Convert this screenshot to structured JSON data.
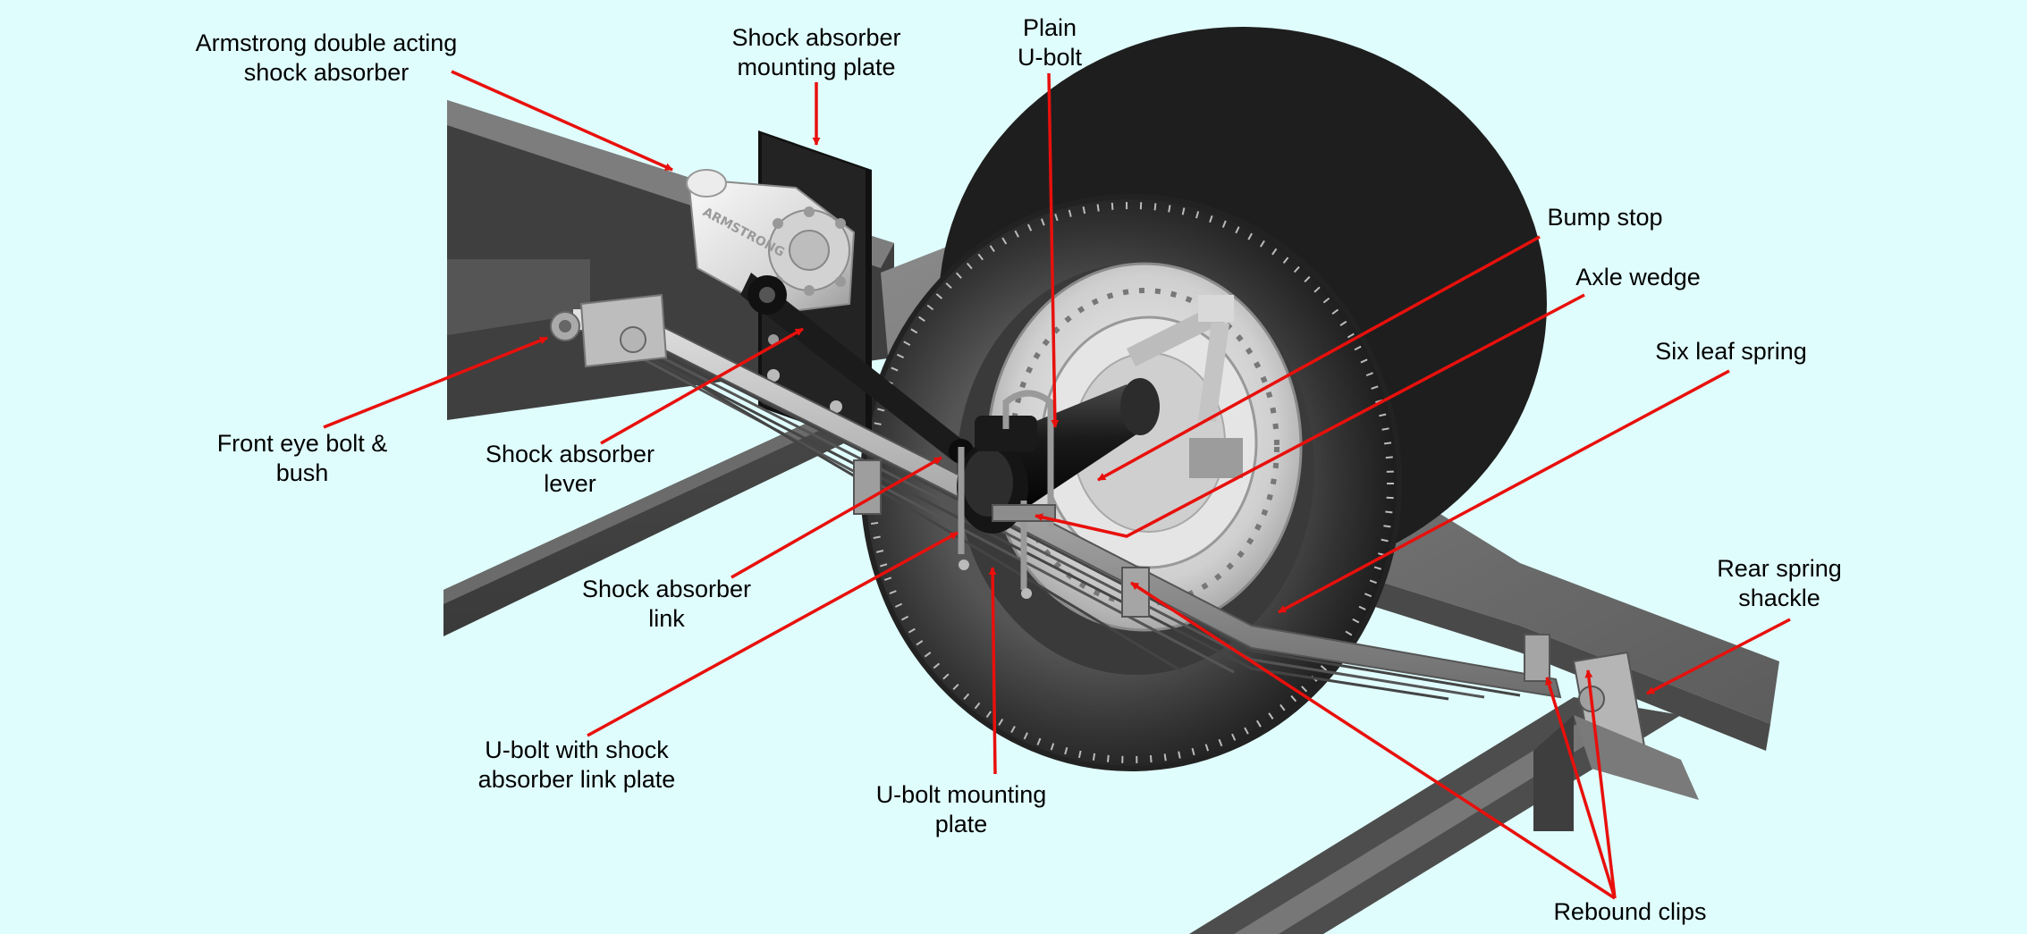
{
  "labels": {
    "armstrong": {
      "line1": "Armstrong double acting",
      "line2": "shock absorber"
    },
    "mounting_plate": {
      "line1": "Shock absorber",
      "line2": "mounting plate"
    },
    "plain_ubolt": {
      "line1": "Plain",
      "line2": "U-bolt"
    },
    "bump_stop": {
      "line1": "Bump stop"
    },
    "axle_wedge": {
      "line1": "Axle wedge"
    },
    "six_leaf": {
      "line1": "Six leaf spring"
    },
    "front_eye": {
      "line1": "Front eye bolt &",
      "line2": "bush"
    },
    "shock_lever": {
      "line1": "Shock absorber",
      "line2": "lever"
    },
    "shock_link": {
      "line1": "Shock absorber",
      "line2": "link"
    },
    "rear_shackle": {
      "line1": "Rear spring",
      "line2": "shackle"
    },
    "ubolt_link_plate": {
      "line1": "U-bolt with shock",
      "line2": "absorber link plate"
    },
    "ubolt_mount_plate": {
      "line1": "U-bolt mounting",
      "line2": "plate"
    },
    "rebound_clips": {
      "line1": "Rebound clips"
    }
  },
  "badge_text": "ARMSTRONG",
  "colors": {
    "background": "#e0fdfd",
    "arrow": "#e8100c",
    "chassis": "#6e6e6e",
    "tyre": "#2b2b2b",
    "wheel_drum": "#c9c9c9"
  }
}
